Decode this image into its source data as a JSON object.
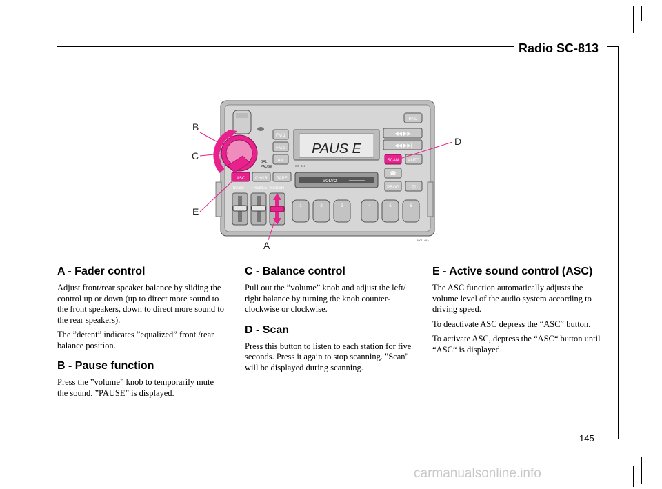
{
  "page": {
    "title": "Radio SC-813",
    "page_number": "145",
    "watermark": "carmanualsonline.info"
  },
  "figure": {
    "callouts": {
      "a": "A",
      "b": "B",
      "c": "C",
      "d": "D",
      "e": "E"
    },
    "fig_code": "8901148A",
    "model": "SC-813",
    "display_text": "PAUS E",
    "brand": "VOLVO",
    "buttons": {
      "rnd": "RND",
      "fm1": "FM 1",
      "fm2": "FM 2",
      "am": "AM",
      "asc": "ASC",
      "chgr": "CHGR",
      "tape": "TAPE",
      "scan": "SCAN",
      "auto": "AUTO",
      "prog": "PROG",
      "p1": "1",
      "p2": "2",
      "p3": "3",
      "p4": "4",
      "p5": "5",
      "p6": "6"
    },
    "knob_label_bal": "BAL",
    "knob_label_pause": "PAUSE",
    "slider_labels": {
      "bass": "BASS",
      "treble": "TREBLE",
      "fader": "FADER"
    },
    "colors": {
      "highlight": "#e8218c",
      "panel": "#d6d6d6",
      "outline": "#555555"
    }
  },
  "sections": {
    "a": {
      "heading": "A - Fader control",
      "p1": "Adjust front/rear speaker balance by sliding the control up or down (up to direct more sound to the front speakers, down to direct more sound to the rear speakers).",
      "p2": "The ”detent” indicates ”equalized” front /rear balance position."
    },
    "b": {
      "heading": "B - Pause function",
      "p1": "Press the ”volume” knob to temporarily mute the sound. ”PAUSE” is displayed."
    },
    "c": {
      "heading": "C - Balance control",
      "p1": "Pull out the ”volume” knob and adjust the left/ right balance by turning the knob counter-clockwise or clockwise."
    },
    "d": {
      "heading": "D - Scan",
      "p1": "Press this button to listen to each station for five seconds. Press it again to stop scanning. \"Scan\" will be displayed during scanning."
    },
    "e": {
      "heading": "E - Active sound control (ASC)",
      "p1": "The ASC function automatically adjusts the volume level of the audio system according to driving speed.",
      "p2": "To deactivate ASC depress the “ASC“ button.",
      "p3": "To activate ASC, depress the “ASC“ button until “ASC“ is displayed."
    }
  }
}
